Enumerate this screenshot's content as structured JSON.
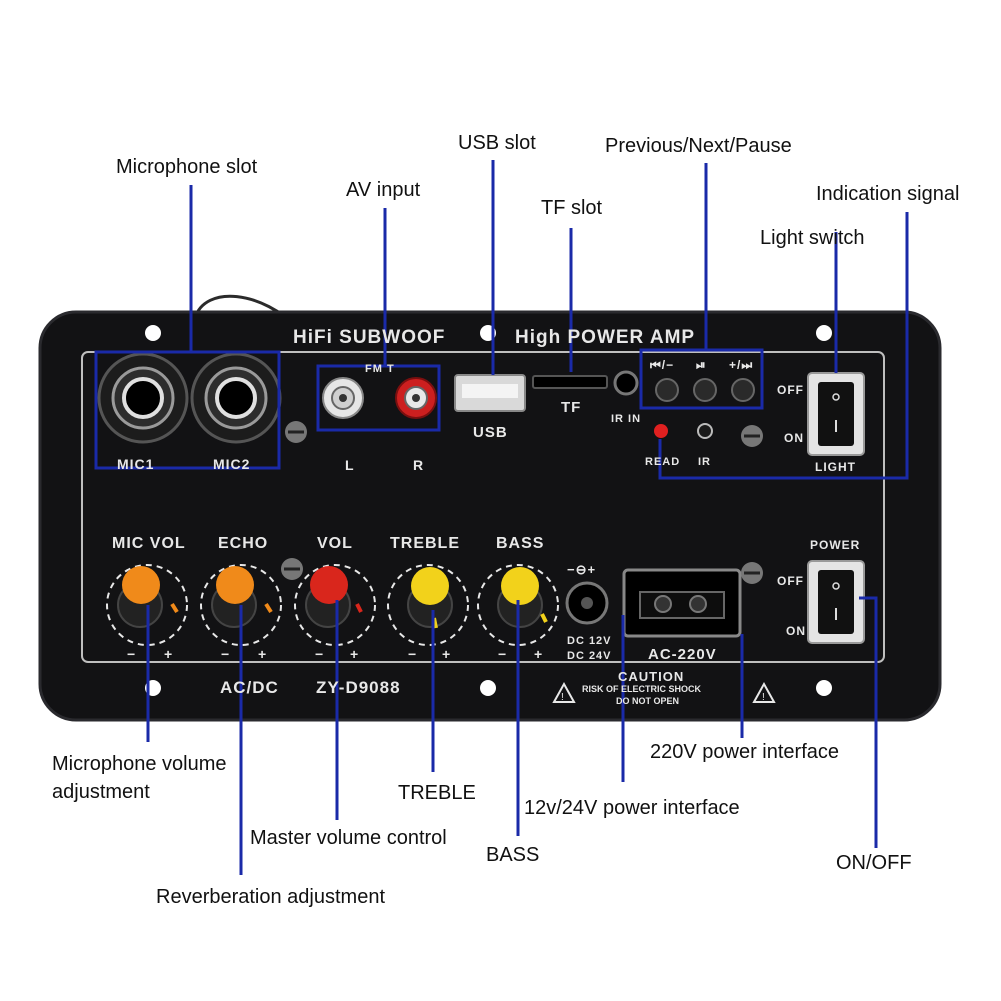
{
  "colors": {
    "panel": "#121214",
    "panel_edge": "#2a2a2e",
    "callout_line": "#1a2aa8",
    "print": "#e8e8e8",
    "knob_orange": "#f08a1a",
    "knob_red": "#d9261c",
    "knob_yellow": "#f2d21b",
    "rca_red": "#cc1f1f"
  },
  "panel": {
    "title_left": "HiFi SUBWOOF",
    "title_right": "High POWER AMP",
    "fm_label": "FM T",
    "mic1": "MIC1",
    "mic2": "MIC2",
    "left": "L",
    "right": "R",
    "usb": "USB",
    "tf": "TF",
    "ir_in": "IR IN",
    "prev_btn": "⏮/−",
    "play_btn": "⏯",
    "next_btn": "+/⏭",
    "read": "READ",
    "ir": "IR",
    "off": "OFF",
    "on": "ON",
    "light": "LIGHT",
    "power": "POWER",
    "knobs": [
      "MIC VOL",
      "ECHO",
      "VOL",
      "TREBLE",
      "BASS"
    ],
    "minus": "−",
    "plus": "+",
    "dc_polarity": "−⊖+",
    "dc12": "DC 12V",
    "dc24": "DC 24V",
    "ac": "AC-220V",
    "acdc": "AC/DC",
    "model": "ZY-D9088",
    "caution": "CAUTION",
    "risk": "RISK OF ELECTRIC SHOCK",
    "do_not_open": "DO NOT OPEN"
  },
  "callouts": {
    "microphone_slot": "Microphone slot",
    "av_input": "AV input",
    "usb_slot": "USB slot",
    "tf_slot": "TF slot",
    "prev_next_pause": "Previous/Next/Pause",
    "indication_signal": "Indication signal",
    "light_switch": "Light switch",
    "mic_volume_line1": "Microphone volume",
    "mic_volume_line2": "adjustment",
    "reverberation": "Reverberation adjustment",
    "master_volume": "Master volume control",
    "treble": "TREBLE",
    "bass": "BASS",
    "power_12_24": "12v/24V power interface",
    "power_220": "220V power interface",
    "on_off": "ON/OFF"
  }
}
